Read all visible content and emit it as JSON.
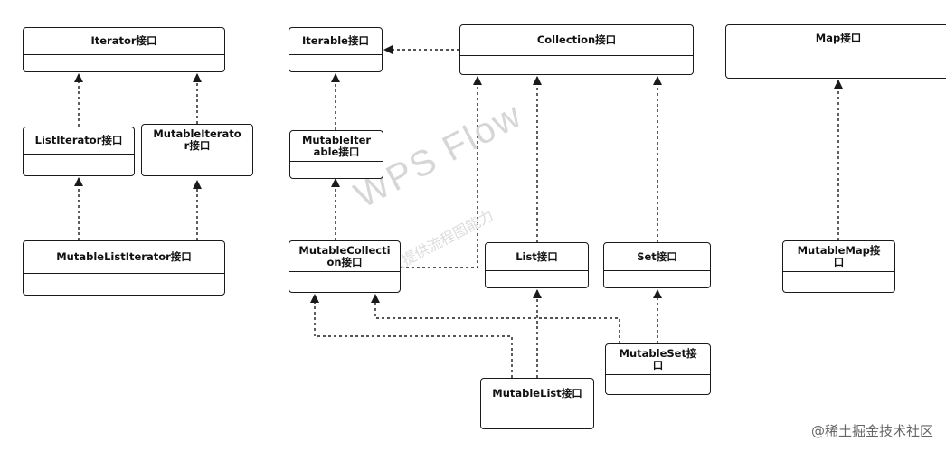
{
  "diagram": {
    "nodes": {
      "iterator": "Iterator接口",
      "list_iterator": "ListIterator接口",
      "mutable_iterator": "MutableIterato\nr接口",
      "mutable_list_iterator": "MutableListIterator接口",
      "iterable": "Iterable接口",
      "mutable_iterable": "MutableIter\nable接口",
      "mutable_collection": "MutableCollecti\non接口",
      "collection": "Collection接口",
      "list": "List接口",
      "set": "Set接口",
      "mutable_list": "MutableList接口",
      "mutable_set": "MutableSet接\n口",
      "map": "Map接口",
      "mutable_map": "MutableMap接\n口"
    },
    "edges": [
      {
        "from": "list_iterator",
        "to": "iterator"
      },
      {
        "from": "mutable_iterator",
        "to": "iterator"
      },
      {
        "from": "mutable_list_iterator",
        "to": "list_iterator"
      },
      {
        "from": "mutable_list_iterator",
        "to": "mutable_iterator"
      },
      {
        "from": "collection",
        "to": "iterable"
      },
      {
        "from": "mutable_iterable",
        "to": "iterable"
      },
      {
        "from": "mutable_collection",
        "to": "mutable_iterable"
      },
      {
        "from": "mutable_collection",
        "to": "collection"
      },
      {
        "from": "list",
        "to": "collection"
      },
      {
        "from": "set",
        "to": "collection"
      },
      {
        "from": "mutable_list",
        "to": "list"
      },
      {
        "from": "mutable_list",
        "to": "mutable_collection"
      },
      {
        "from": "mutable_set",
        "to": "set"
      },
      {
        "from": "mutable_set",
        "to": "mutable_collection"
      },
      {
        "from": "mutable_map",
        "to": "map"
      }
    ]
  },
  "watermark": {
    "main": "WPS Flow",
    "sub": "仅提供流程图能力"
  },
  "credit": "@稀土掘金技术社区",
  "colors": {
    "line": "#1a1a1a",
    "watermark": "#d6d6d6"
  }
}
